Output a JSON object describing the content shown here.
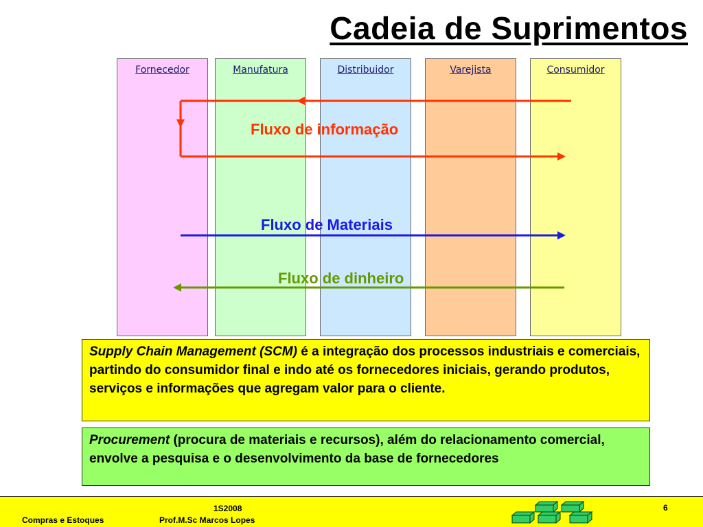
{
  "title": "Cadeia de Suprimentos",
  "columns": [
    {
      "label": "Fornecedor",
      "color": "#ffccff"
    },
    {
      "label": "Manufatura",
      "color": "#ccffcc"
    },
    {
      "label": "Distribuidor",
      "color": "#cce8ff"
    },
    {
      "label": "Varejista",
      "color": "#ffcc99"
    },
    {
      "label": "Consumidor",
      "color": "#ffff99"
    }
  ],
  "flows": {
    "information": {
      "label": "Fluxo de informação",
      "color": "#ff3300"
    },
    "materials": {
      "label": "Fluxo de Materiais",
      "color": "#1a1ae6"
    },
    "money": {
      "label": "Fluxo de dinheiro",
      "color": "#669900"
    }
  },
  "scm_box": {
    "term": "Supply Chain Management (SCM)",
    "text": " é a integração  dos processos industriais e comerciais, partindo do consumidor final e indo até os fornecedores iniciais, gerando produtos, serviços e informações que agregam valor para o cliente.",
    "color": "#ffff00"
  },
  "procurement_box": {
    "term": "Procurement",
    "text": " (procura de materiais e recursos), além do relacionamento comercial, envolve a pesquisa e o desenvolvimento da base de fornecedores",
    "color": "#99ff66"
  },
  "footer": {
    "course": "Compras e Estoques",
    "semester": "1S2008",
    "professor": "Prof.M.Sc Marcos Lopes",
    "page": "6",
    "logo_icon": "stacked-blocks-icon"
  }
}
